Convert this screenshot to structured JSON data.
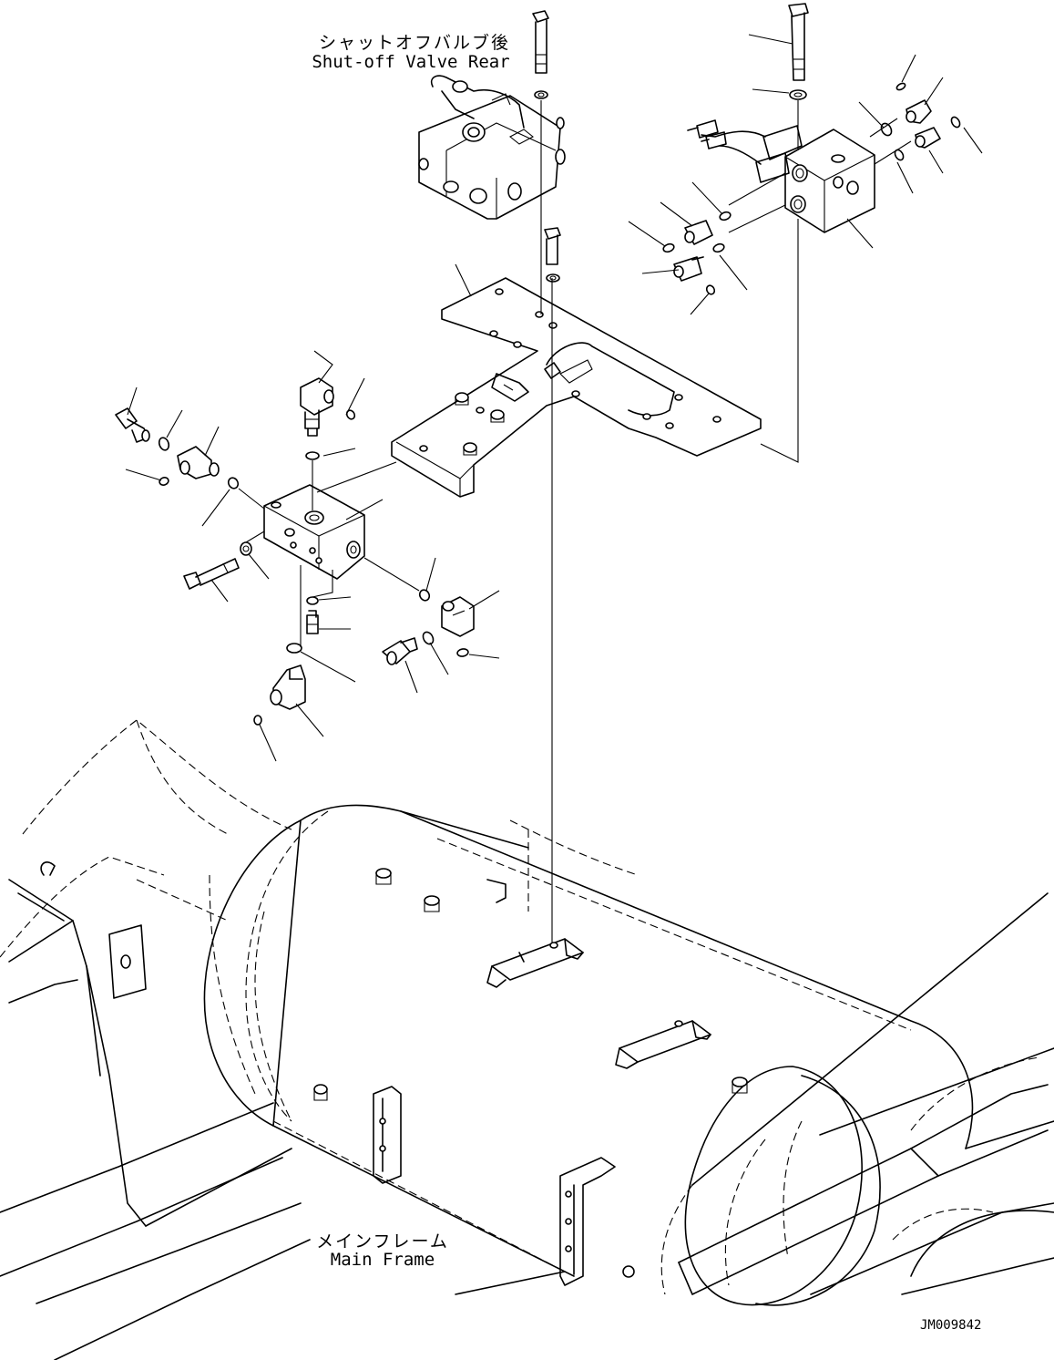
{
  "labels": {
    "shutoff_valve_jp": "シャットオフバルブ後",
    "shutoff_valve_en": "Shut-off Valve Rear",
    "main_frame_jp": "メインフレーム",
    "main_frame_en": "Main Frame",
    "drawing_code": "JM009842"
  }
}
